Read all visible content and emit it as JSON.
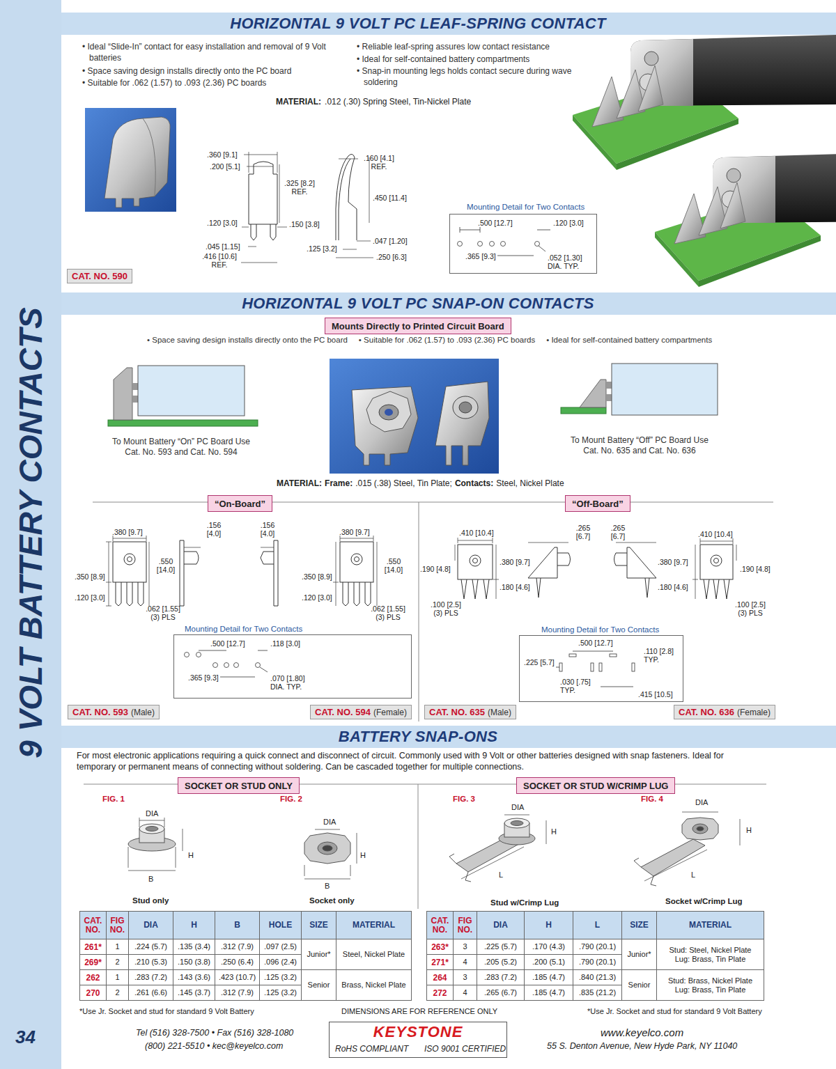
{
  "diagram": {
    "nodes": [
      {
        "text": [
          "9 VOLT BATTERY CONTACTS",
          "34"
        ]
      },
      {
        "text": [
          "HORIZONTAL 9 VOLT PC LEAF-SPRING CONTACT"
        ]
      },
      {
        "text": [
          "CAT. NO. 590"
        ]
      },
      {
        "text": [
          "Mounting Detail for Two Contacts",
          ".500 [12.7]",
          ".120 [3.0]",
          ".365 [9.3]",
          ".052 [1.30] DIA. TYP."
        ]
      },
      {
        "text": [
          "HORIZONTAL 9 VOLT PC SNAP-ON CONTACTS"
        ]
      },
      {
        "text": [
          "Mounts Directly to Printed Circuit Board"
        ]
      },
      {
        "text": [
          "“On-Board”"
        ]
      },
      {
        "text": [
          "“Off-Board”"
        ]
      },
      {
        "text": [
          "Mounting Detail for Two Contacts",
          ".500 [12.7]",
          ".118 [3.0]",
          ".365 [9.3]",
          ".070 [1.80] DIA. TYP."
        ]
      },
      {
        "text": [
          "Mounting Detail for Two Contacts",
          ".500 [12.7]",
          ".110 [2.8] TYP.",
          ".225 [5.7]",
          ".030 [.75] TYP.",
          ".415 [10.5]"
        ]
      },
      {
        "text": [
          "CAT. NO. 593",
          "(Male)"
        ]
      },
      {
        "text": [
          "CAT. NO. 594",
          "(Female)"
        ]
      },
      {
        "text": [
          "CAT. NO. 635",
          "(Male)"
        ]
      },
      {
        "text": [
          "CAT. NO. 636",
          "(Female)"
        ]
      },
      {
        "text": [
          "BATTERY SNAP-ONS"
        ]
      },
      {
        "text": [
          "SOCKET OR STUD ONLY"
        ]
      },
      {
        "text": [
          "SOCKET OR STUD W/CRIMP LUG"
        ]
      },
      {
        "text": [
          "KEYSTONE",
          "RoHS COMPLIANT",
          "ISO 9001 CERTIFIED"
        ]
      }
    ],
    "labels": [
      "• Ideal “Slide-In” contact for easy installation and removal of 9 Volt batteries",
      "• Space saving design installs directly onto the PC board",
      "• Suitable for .062 (1.57) to .093 (2.36) PC boards",
      "• Reliable leaf-spring assures low contact resistance",
      "• Ideal for self-contained battery compartments",
      "• Snap-in mounting legs holds contact secure during wave soldering",
      "MATERIAL:",
      ".012 (.30) Spring Steel, Tin-Nickel Plate",
      ".360 [9.1]",
      ".200 [5.1]",
      ".325 [8.2] REF.",
      ".120 [3.0]",
      ".150 [3.8]",
      ".045 [1.15]",
      ".416 [10.6] REF.",
      ".160 [4.1] REF.",
      ".450 [11.4]",
      ".125 [3.2]",
      ".047 [1.20]",
      ".250 [6.3]",
      "• Space saving design installs directly onto the PC board",
      "• Suitable for .062 (1.57) to .093 (2.36) PC boards",
      "• Ideal for self-contained battery compartments",
      "To Mount Battery “On” PC Board Use Cat. No. 593 and Cat. No. 594",
      "To Mount Battery “Off” PC Board Use Cat. No. 635 and Cat. No. 636",
      "MATERIAL:",
      "Frame:",
      ".015 (.38) Steel, Tin Plate;",
      "Contacts:",
      "Steel, Nickel Plate",
      ".380 [9.7]",
      ".156 [4.0]",
      ".550 [14.0]",
      ".350 [8.9]",
      ".120 [3.0]",
      ".062 [1.55] (3) PLS",
      ".156 [4.0]",
      ".380 [9.7]",
      ".550 [14.0]",
      ".350 [8.9]",
      ".120 [3.0]",
      ".062 [1.55] (3) PLS",
      ".410 [10.4]",
      ".265 [6.7]",
      ".190 [4.8]",
      ".380 [9.7]",
      ".180 [4.6]",
      ".100 [2.5] (3) PLS",
      ".265 [6.7]",
      ".410 [10.4]",
      ".380 [9.7]",
      ".180 [4.6]",
      ".190 [4.8]",
      ".100 [2.5] (3) PLS",
      "For most electronic applications requiring a quick connect and disconnect of circuit. Commonly used with 9 Volt or other batteries designed with snap fasteners. Ideal for temporary or permanent means of connecting without soldering. Can be cascaded together for multiple connections.",
      "FIG. 1",
      "DIA",
      "H",
      "B",
      "Stud only",
      "FIG. 2",
      "DIA",
      "H",
      "B",
      "Socket only",
      "FIG. 3",
      "DIA",
      "H",
      "L",
      "Stud w/Crimp Lug",
      "FIG. 4",
      "DIA",
      "H",
      "L",
      "Socket w/Crimp Lug",
      "CAT. NO.",
      "FIG NO.",
      "DIA",
      "H",
      "B",
      "HOLE",
      "SIZE",
      "MATERIAL",
      "261*",
      "1",
      ".224 (5.7)",
      ".135 (3.4)",
      ".312 (7.9)",
      ".097 (2.5)",
      "Junior*",
      "Steel, Nickel Plate",
      "269*",
      "2",
      ".210 (5.3)",
      ".150 (3.8)",
      ".250 (6.4)",
      ".096 (2.4)",
      "262",
      "1",
      ".283 (7.2)",
      ".143 (3.6)",
      ".423 (10.7)",
      ".125 (3.2)",
      "Senior",
      "Brass, Nickel Plate",
      "270",
      "2",
      ".261 (6.6)",
      ".145 (3.7)",
      ".312 (7.9)",
      ".125 (3.2)",
      "CAT. NO.",
      "FIG NO.",
      "DIA",
      "H",
      "L",
      "SIZE",
      "MATERIAL",
      "263*",
      "3",
      ".225 (5.7)",
      ".170 (4.3)",
      ".790 (20.1)",
      "Junior*",
      "Stud: Steel, Nickel Plate",
      "Lug: Brass, Tin Plate",
      "271*",
      "4",
      ".205 (5.2)",
      ".200 (5.1)",
      ".790 (20.1)",
      "264",
      "3",
      ".283 (7.2)",
      ".185 (4.7)",
      ".840 (21.3)",
      "Senior",
      "Stud: Brass, Nickel Plate",
      "Lug: Brass, Tin Plate",
      "272",
      "4",
      ".265 (6.7)",
      ".185 (4.7)",
      ".835 (21.2)",
      "*Use Jr. Socket and stud for standard 9 Volt Battery",
      "DIMENSIONS ARE FOR REFERENCE ONLY",
      "*Use Jr. Socket and stud for standard 9 Volt Battery",
      "Tel (516) 328-7500 • Fax (516) 328-1080",
      "(800) 221-5510 • kec@keyelco.com",
      "www.keyelco.com",
      "55 S. Denton Avenue, New Hyde Park, NY 11040"
    ]
  }
}
